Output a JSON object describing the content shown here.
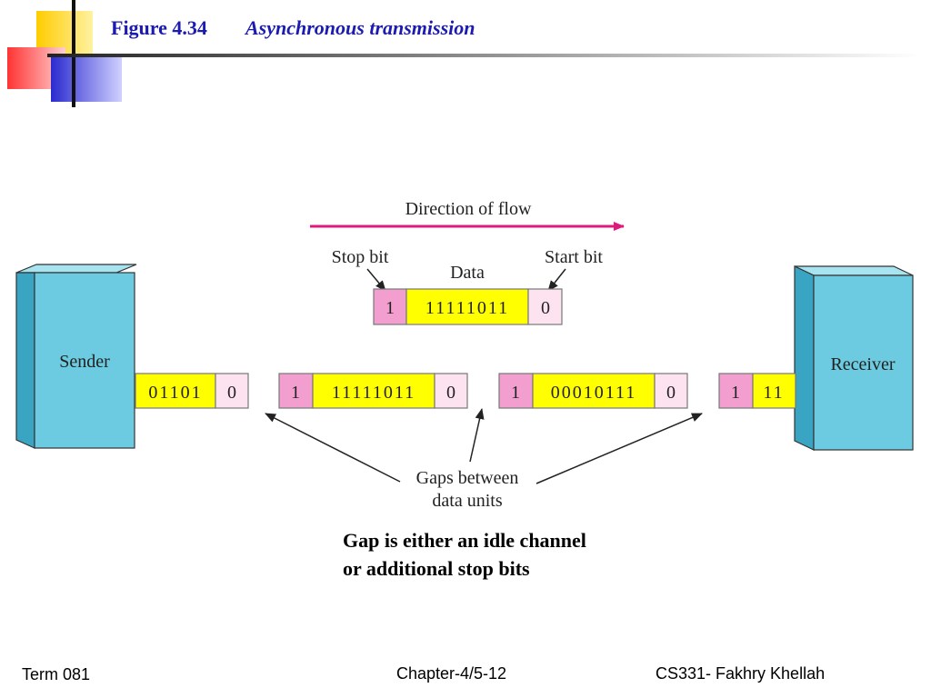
{
  "slide": {
    "figure_label": "Figure 4.34",
    "figure_title": "Asynchronous transmission",
    "note_line1": "Gap is either an idle channel",
    "note_line2": "or additional stop bits"
  },
  "diagram": {
    "direction_label": "Direction of flow",
    "stop_bit_label": "Stop bit",
    "start_bit_label": "Start bit",
    "data_label": "Data",
    "sender_label": "Sender",
    "receiver_label": "Receiver",
    "gaps_label_line1": "Gaps between",
    "gaps_label_line2": "data units",
    "legend_frame": {
      "stop": "1",
      "data": "11111011",
      "start": "0"
    },
    "stream": {
      "sender_data": "01101",
      "sender_start": "0",
      "unit2_stop": "1",
      "unit2_data": "11111011",
      "unit2_start": "0",
      "unit3_stop": "1",
      "unit3_data": "00010111",
      "unit3_start": "0",
      "receiver_stop": "1",
      "receiver_data": "11"
    },
    "colors": {
      "box_face": "#6ccbe0",
      "box_side": "#3aa5c2",
      "stop_bit": "#f29fcf",
      "data_bits": "#ffff00",
      "start_bit": "#fde3ef",
      "arrow_flow": "#e0197c",
      "title_blue": "#1b1bb0"
    }
  },
  "footer": {
    "left": "Term 081",
    "center": "Chapter-4/5-12",
    "right": "CS331- Fakhry Khellah"
  }
}
